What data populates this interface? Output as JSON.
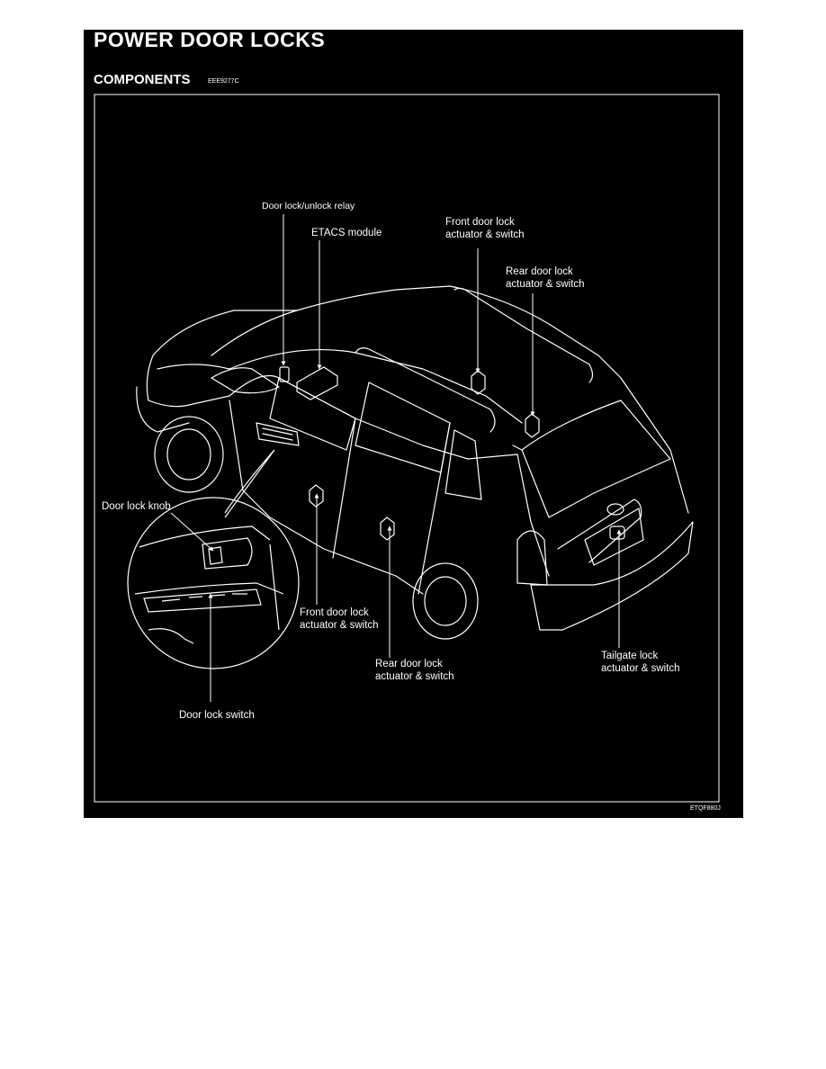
{
  "document": {
    "title": "POWER DOOR LOCKS",
    "section": "COMPONENTS",
    "section_code": "EEE9277C",
    "figure_code": "ETQF880J"
  },
  "labels": {
    "relay": "Door lock/unlock relay",
    "etacs": "ETACS module",
    "front_top": "Front door lock\nactuator & switch",
    "rear_top": "Rear door lock\nactuator & switch",
    "knob": "Door lock knob",
    "front_bottom": "Front door lock\nactuator & switch",
    "rear_bottom": "Rear door lock\nactuator & switch",
    "tailgate": "Tailgate lock\nactuator & switch",
    "switch": "Door lock switch"
  },
  "colors": {
    "background": "#000000",
    "lines": "#ffffff"
  }
}
